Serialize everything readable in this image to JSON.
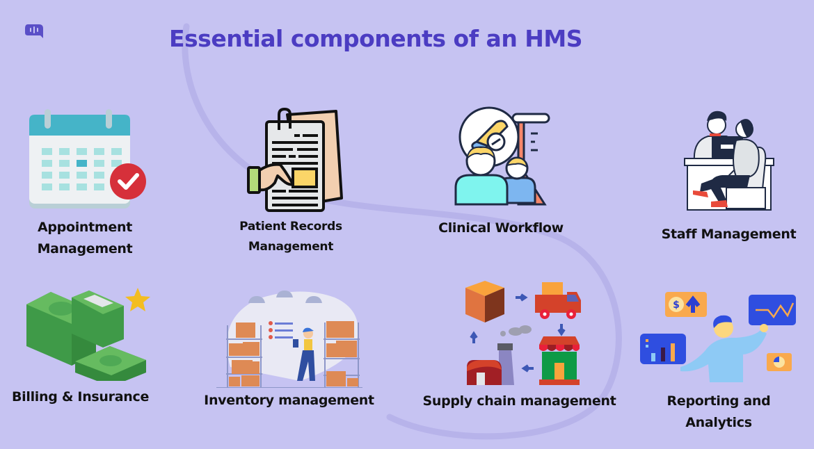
{
  "header": {
    "logo_icon": "chat-bubble-audio-icon",
    "title": "Essential components of an HMS"
  },
  "colors": {
    "background": "#c6c3f2",
    "title": "#4b3cc2",
    "curve": "#b7b3ea",
    "label": "#111111"
  },
  "components": [
    {
      "id": "appointment",
      "label_line1": "Appointment",
      "label_line2": "Management",
      "icon": "calendar-check-icon"
    },
    {
      "id": "patient-records",
      "label_line1": "Patient Records",
      "label_line2": "Management",
      "icon": "document-hand-icon"
    },
    {
      "id": "clinical-workflow",
      "label_line1": "Clinical Workflow",
      "label_line2": "",
      "icon": "doctors-flask-pill-icon"
    },
    {
      "id": "staff",
      "label_line1": "Staff Management",
      "label_line2": "",
      "icon": "desk-meeting-icon"
    },
    {
      "id": "billing",
      "label_line1": "Billing & Insurance",
      "label_line2": "",
      "icon": "money-stack-star-icon"
    },
    {
      "id": "inventory",
      "label_line1": "Inventory management",
      "label_line2": "",
      "icon": "warehouse-worker-icon"
    },
    {
      "id": "supply-chain",
      "label_line1": "Supply chain management",
      "label_line2": "",
      "icon": "supply-cycle-icon"
    },
    {
      "id": "reporting",
      "label_line1": "Reporting and",
      "label_line2": "Analytics",
      "icon": "analytics-person-icon"
    }
  ]
}
